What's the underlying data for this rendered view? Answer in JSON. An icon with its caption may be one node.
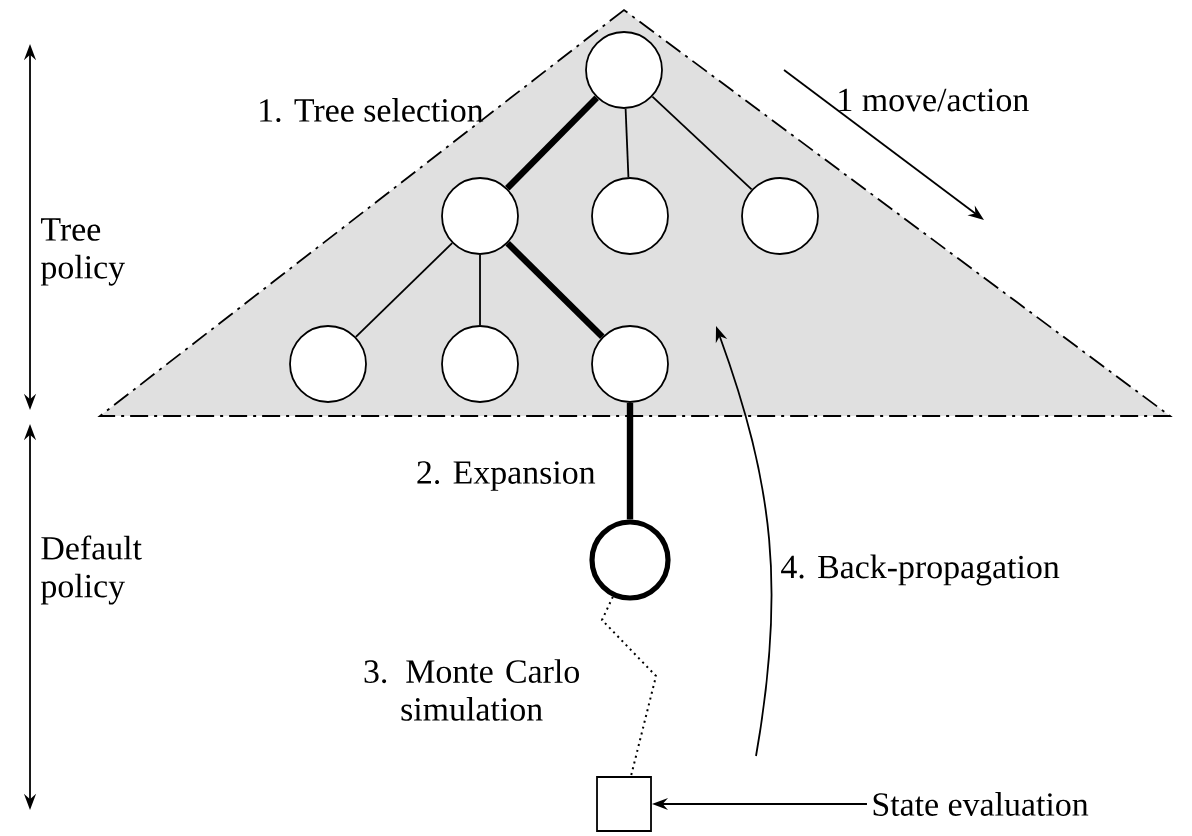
{
  "diagram": {
    "nodes": [
      {
        "text": [],
        "shape": "triangle"
      },
      {
        "text": [],
        "shape": "circle",
        "in": 0
      },
      {
        "text": [],
        "shape": "circle",
        "in": 0
      },
      {
        "text": [],
        "shape": "circle",
        "in": 0
      },
      {
        "text": [],
        "shape": "circle",
        "in": 0
      },
      {
        "text": [],
        "shape": "circle",
        "in": 0
      },
      {
        "text": [],
        "shape": "circle",
        "in": 0
      },
      {
        "text": [],
        "shape": "circle",
        "in": 0
      },
      {
        "text": [],
        "shape": "circle"
      },
      {
        "text": [],
        "shape": "box"
      },
      {
        "text": [
          "State evaluation"
        ]
      }
    ],
    "edges": [
      {
        "from": 1,
        "to": 2,
        "arrow": "none",
        "style": "thick",
        "label": "1. Tree selection"
      },
      {
        "from": 1,
        "to": 3,
        "arrow": "none"
      },
      {
        "from": 1,
        "to": 4,
        "arrow": "none"
      },
      {
        "from": 2,
        "to": 5,
        "arrow": "none"
      },
      {
        "from": 2,
        "to": 6,
        "arrow": "none"
      },
      {
        "from": 2,
        "to": 7,
        "arrow": "none",
        "style": "thick"
      },
      {
        "from": 7,
        "to": 8,
        "arrow": "none",
        "style": "thick",
        "label": "2. Expansion"
      },
      {
        "from": 8,
        "to": 9,
        "arrow": "none",
        "style": "dashed",
        "label": "3. Monte Carlo simulation"
      },
      {
        "from": 10,
        "to": 9,
        "arrow": "to"
      },
      {
        "from": null,
        "to": 0,
        "arrow": "to",
        "label": "4. Back-propagation"
      }
    ],
    "labels": [
      "1 move/action",
      "Tree policy",
      "Default policy"
    ]
  }
}
